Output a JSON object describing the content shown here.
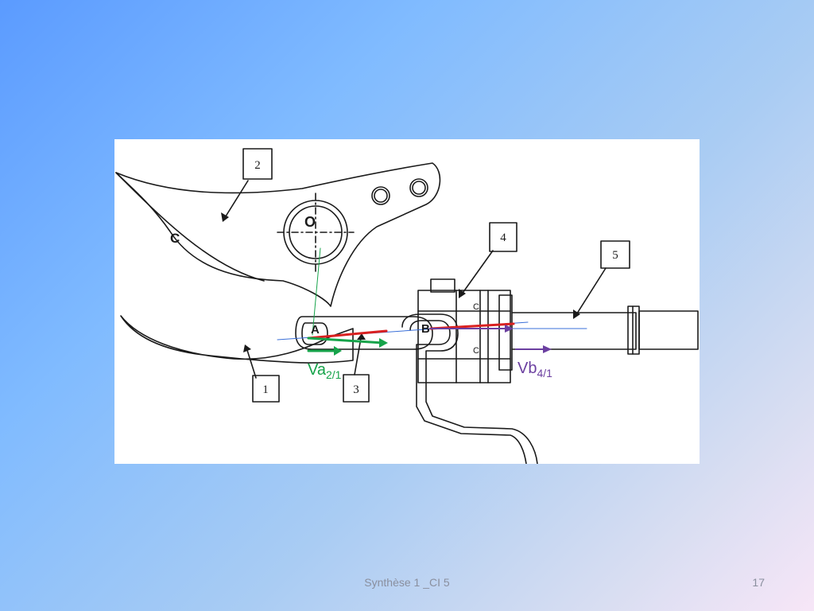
{
  "diagram": {
    "labels": {
      "part_1": "1",
      "part_2": "2",
      "part_3": "3",
      "part_4": "4",
      "part_5": "5",
      "point_O": "O",
      "point_C": "C",
      "point_A": "A",
      "point_B": "B",
      "contact_c_top": "C",
      "contact_c_bottom": "C"
    },
    "vectors": {
      "va": {
        "base": "Va",
        "subscript": "2/1",
        "color": "#16a34a"
      },
      "vb": {
        "base": "Vb",
        "subscript": "4/1",
        "color": "#6b3fa0"
      }
    },
    "line_colors": {
      "red": "#d92020",
      "blue": "#3a6fd8",
      "green_thin": "#16a34a",
      "ink": "#1a1a1a"
    }
  },
  "footer": {
    "title": "Synthèse 1 _CI 5",
    "page_number": "17"
  }
}
